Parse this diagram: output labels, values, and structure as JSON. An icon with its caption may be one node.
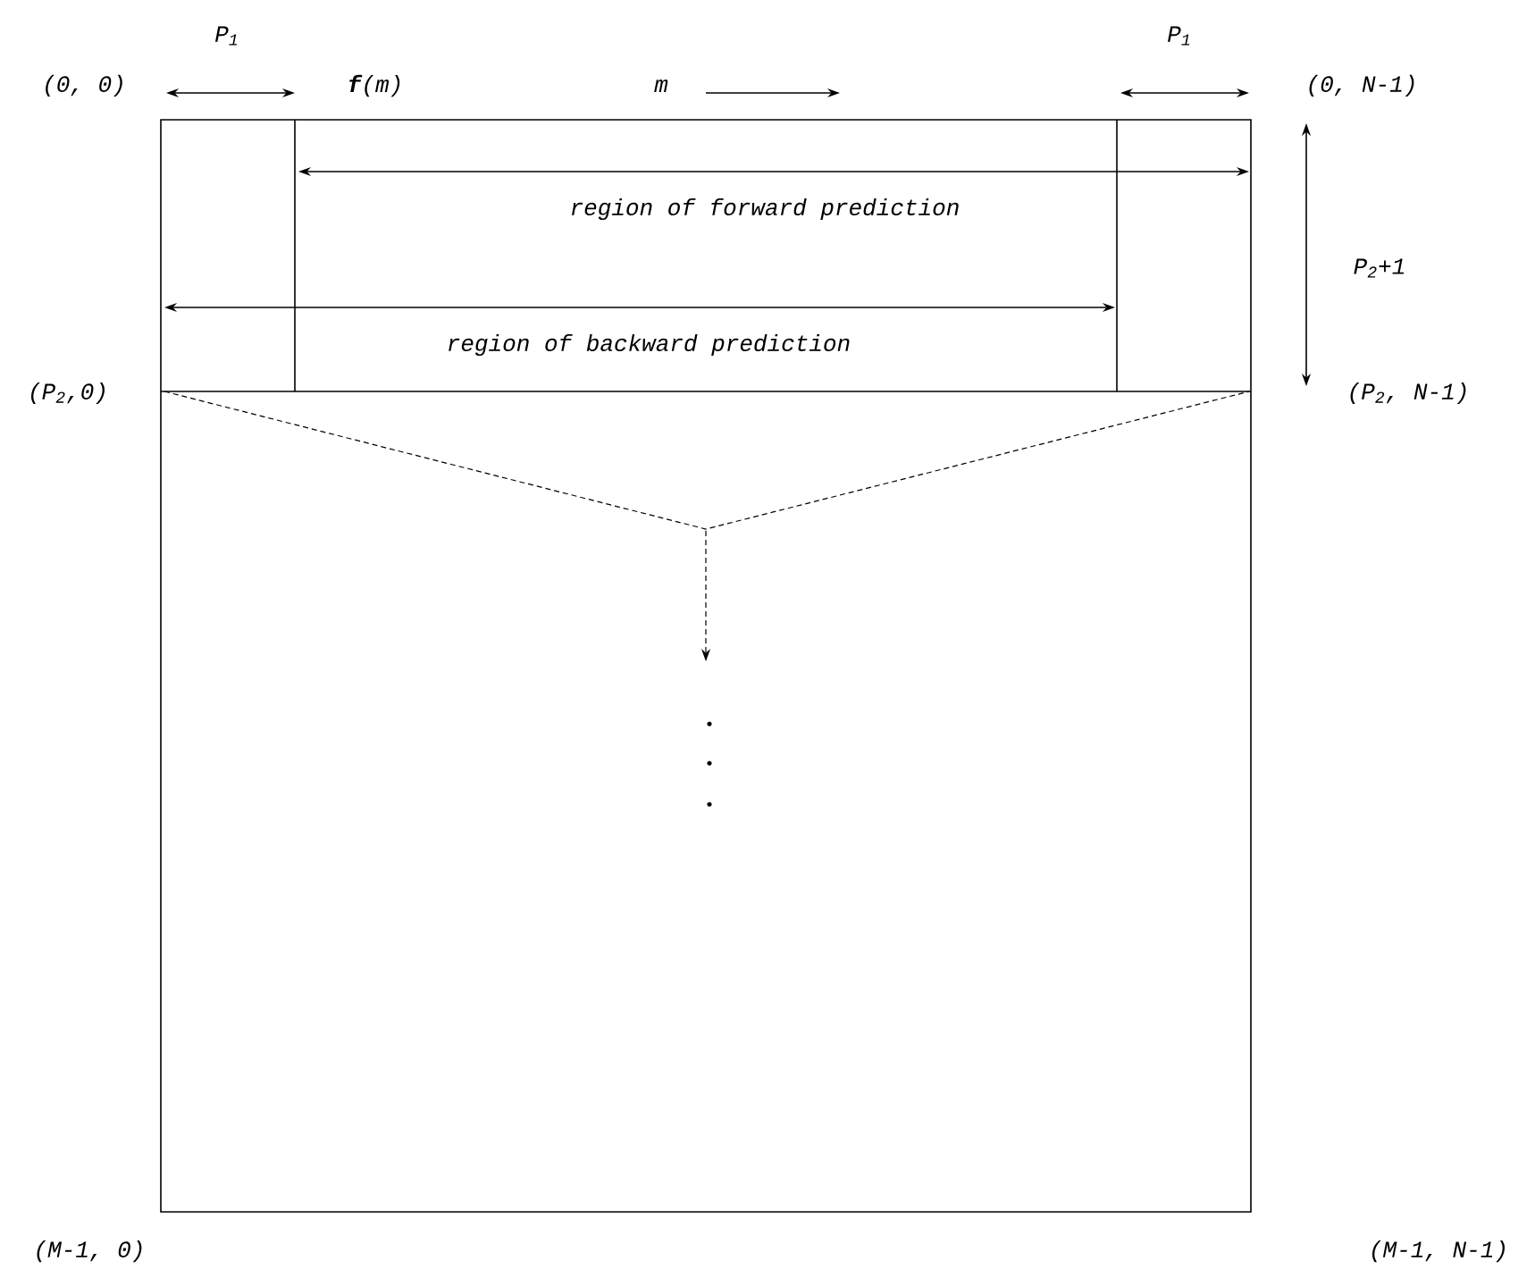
{
  "diagram": {
    "labels": [
      "P$_{1}$",
      "P$_{1}$",
      "(0, 0)",
      "**f**(m)",
      "m",
      "(0, N-1)",
      "region of forward prediction",
      "P$_{2}$+1",
      "region of backward prediction",
      "(P$_{2}$,0)",
      "(P$_{2}$, N-1)",
      "(M-1, 0)",
      "(M-1, N-1)"
    ]
  }
}
